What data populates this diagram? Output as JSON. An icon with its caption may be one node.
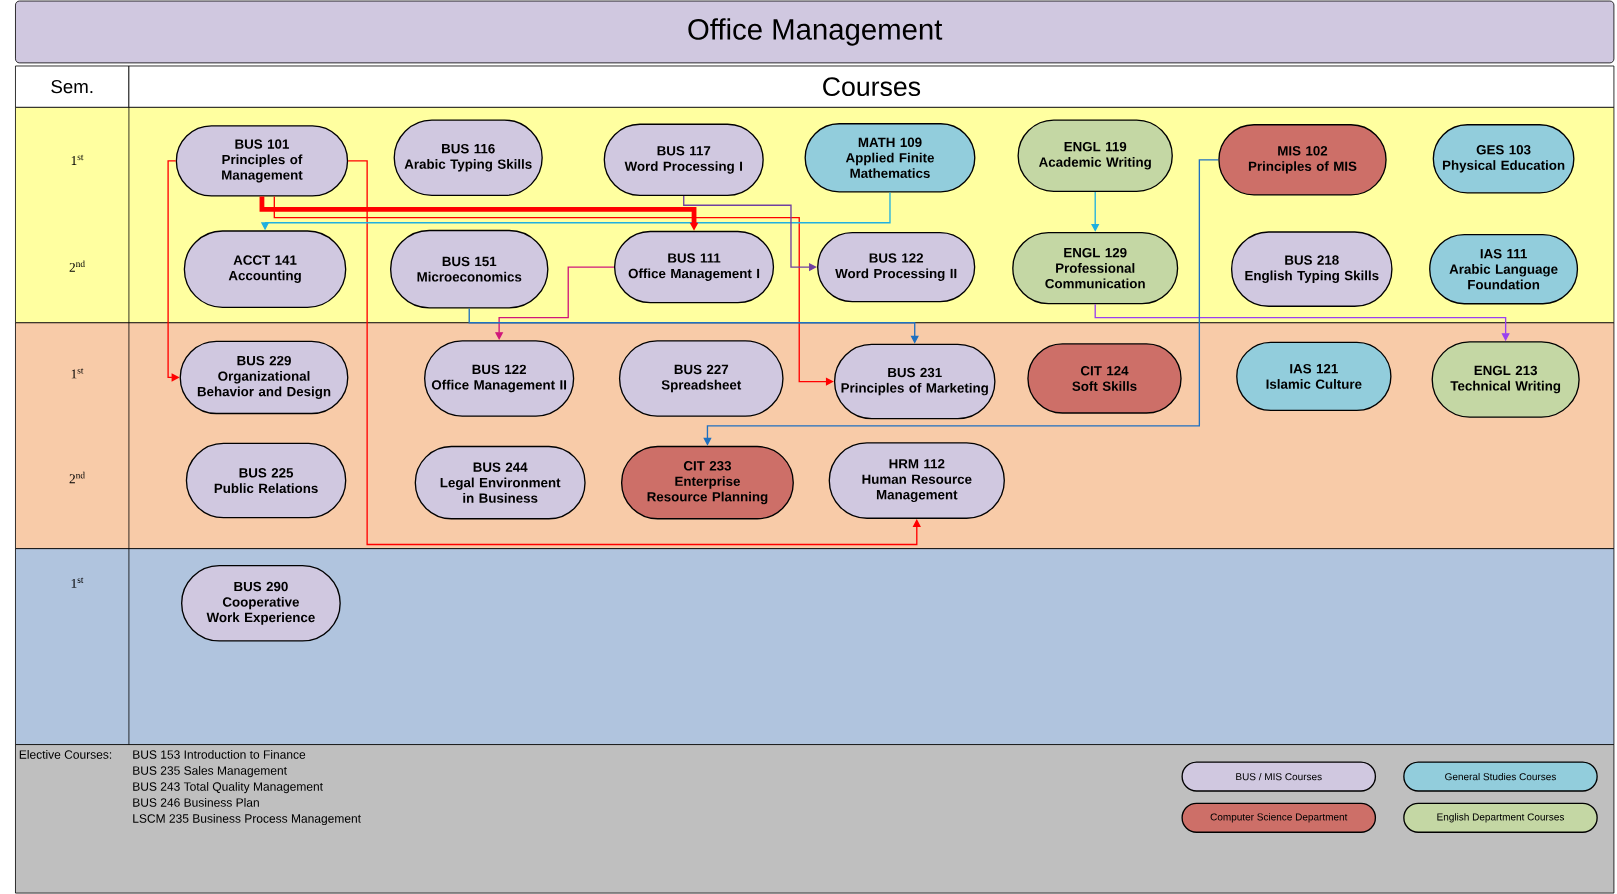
{
  "diagram": {
    "title": "Office Management",
    "nodes": [
      {
        "text": [
          "BUS 101",
          "Principles of Management"
        ]
      },
      {
        "text": [
          "BUS 116",
          "Arabic Typing Skills"
        ]
      },
      {
        "text": [
          "BUS 117",
          "Word Processing I"
        ]
      },
      {
        "text": [
          "MATH 109",
          "Applied Finite Mathematics"
        ]
      },
      {
        "text": [
          "ENGL 119",
          "Academic Writing"
        ]
      },
      {
        "text": [
          "MIS 102",
          "Principles of MIS"
        ]
      },
      {
        "text": [
          "GES 103",
          "Physical Education"
        ]
      },
      {
        "text": [
          "ACCT 141",
          "Accounting"
        ]
      },
      {
        "text": [
          "BUS 151",
          "Microeconomics"
        ]
      },
      {
        "text": [
          "BUS 111",
          "Office Management I"
        ]
      },
      {
        "text": [
          "BUS 122",
          "Word Processing II"
        ]
      },
      {
        "text": [
          "ENGL 129",
          "Professional Communication"
        ]
      },
      {
        "text": [
          "BUS 218",
          "English Typing Skills"
        ]
      },
      {
        "text": [
          "IAS 111",
          "Arabic Language Foundation"
        ]
      },
      {
        "text": [
          "BUS 229",
          "Organizational Behavior and Design"
        ]
      },
      {
        "text": [
          "BUS 122",
          "Office Management II"
        ]
      },
      {
        "text": [
          "BUS 227",
          "Spreadsheet"
        ]
      },
      {
        "text": [
          "BUS 231",
          "Principles of Marketing"
        ]
      },
      {
        "text": [
          "CIT 124",
          "Soft Skills"
        ]
      },
      {
        "text": [
          "IAS 121",
          "Islamic Culture"
        ]
      },
      {
        "text": [
          "ENGL 213",
          "Technical Writing"
        ]
      },
      {
        "text": [
          "BUS 225",
          "Public Relations"
        ]
      },
      {
        "text": [
          "BUS 244",
          "Legal Environment in Business"
        ]
      },
      {
        "text": [
          "CIT 233",
          "Enterprise Resource Planning"
        ]
      },
      {
        "text": [
          "HRM 112",
          "Human Resource Management"
        ]
      },
      {
        "text": [
          "BUS 290",
          "Cooperative Work Experience"
        ]
      }
    ],
    "edges": [
      {
        "from": 0,
        "to": 14,
        "arrow": "to"
      },
      {
        "from": 0,
        "to": 24,
        "arrow": "to"
      },
      {
        "from": 0,
        "to": 9,
        "arrow": "to",
        "style": "thick"
      },
      {
        "from": 0,
        "to": 17,
        "arrow": "to"
      },
      {
        "from": 3,
        "to": 7,
        "arrow": "to",
        "color": "#1fb0e0"
      },
      {
        "from": 2,
        "to": 10,
        "arrow": "to",
        "color": "#7040a0"
      },
      {
        "from": 9,
        "to": 15,
        "arrow": "to",
        "color": "#d0187a"
      },
      {
        "from": 8,
        "to": 17,
        "arrow": "to",
        "color": "#1f70c0"
      },
      {
        "from": 4,
        "to": 11,
        "arrow": "to",
        "color": "#1fb0e0"
      },
      {
        "from": 11,
        "to": 20,
        "arrow": "to",
        "color": "#9a40f0"
      },
      {
        "from": 5,
        "to": 23,
        "arrow": "to",
        "color": "#1f70c0"
      }
    ],
    "labels": [
      "Sem.",
      "Courses",
      "1$^{st}$",
      "2$^{nd}$",
      "1$^{st}$",
      "2$^{nd}$",
      "1$^{st}$",
      "Elective Courses:",
      "BUS 153 Introduction to Finance",
      "BUS 235 Sales Management",
      "BUS 243 Total Quality Management",
      "BUS 246 Business Plan",
      "LSCM 235 Business Process Management"
    ],
    "legend": [
      {
        "text": "BUS / MIS Courses",
        "color": "#d0c8e0"
      },
      {
        "text": "General Studies Courses",
        "color": "#92cddc"
      },
      {
        "text": "Computer Science Department",
        "color": "#cd6f68"
      },
      {
        "text": "English Department Courses",
        "color": "#c4d7a4"
      }
    ]
  }
}
